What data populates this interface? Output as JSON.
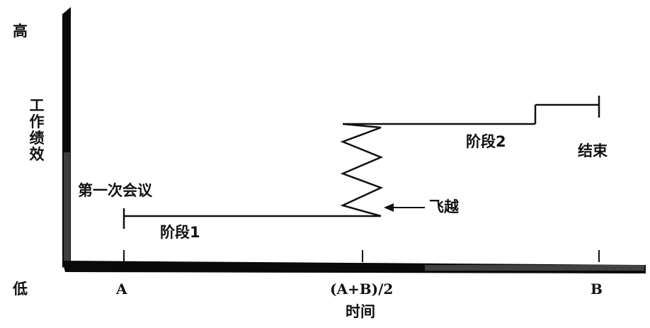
{
  "y_axis": {
    "high_label": "高",
    "low_label": "低",
    "title": "工作绩效"
  },
  "x_axis": {
    "title": "时间",
    "ticks": [
      "A",
      "(A+B)/2",
      "B"
    ]
  },
  "annotations": {
    "first_meeting": "第一次会议",
    "phase1": "阶段1",
    "leap": "飞越",
    "phase2": "阶段2",
    "end": "结束"
  },
  "colors": {
    "ink": "#111111",
    "axis": "#0a0a0a"
  }
}
